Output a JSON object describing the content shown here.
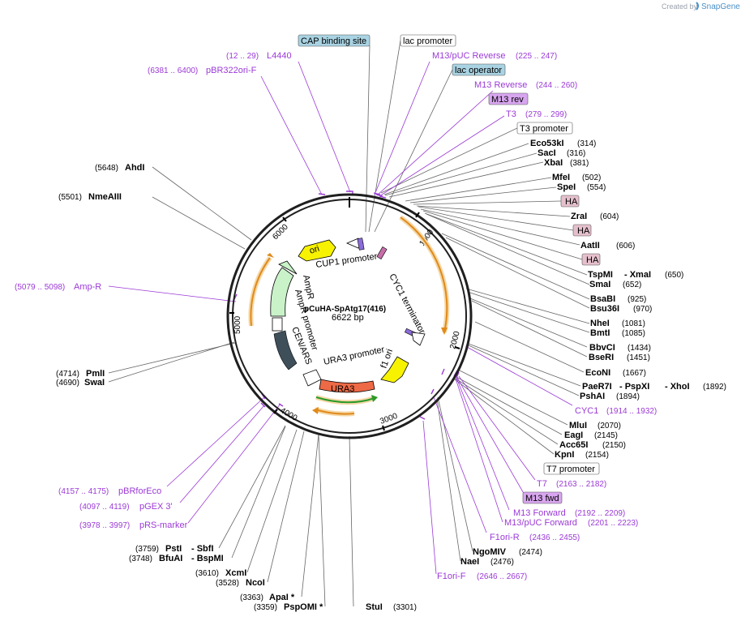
{
  "credit": {
    "prefix": "Created by",
    "brand": "SnapGene"
  },
  "map": {
    "name": "pCuHA-SpAtg17(416)",
    "size": "6622 bp"
  },
  "ticks": [
    "1000",
    "2000",
    "3000",
    "4000",
    "5000",
    "6000"
  ],
  "inner_features": [
    "ori",
    "CUP1 promoter",
    "CYC1 terminator",
    "f1 ori",
    "URA3",
    "URA3 promoter",
    "CEN/ARS",
    "AmpR promoter",
    "AmpR"
  ],
  "boxed_labels": [
    {
      "text": "CAP binding site",
      "style": "blue"
    },
    {
      "text": "lac promoter",
      "style": "white"
    },
    {
      "text": "lac operator",
      "style": "blue"
    },
    {
      "text": "M13 rev",
      "style": "purple"
    },
    {
      "text": "T3 promoter",
      "style": "white"
    },
    {
      "text": "HA",
      "style": "pink"
    },
    {
      "text": "HA",
      "style": "pink"
    },
    {
      "text": "HA",
      "style": "pink"
    },
    {
      "text": "T7 promoter",
      "style": "white"
    },
    {
      "text": "M13 fwd",
      "style": "purple"
    }
  ],
  "primers": [
    {
      "name": "L4440",
      "pos": "(12 .. 29)"
    },
    {
      "name": "pBR322ori-F",
      "pos": "(6381 .. 6400)"
    },
    {
      "name": "M13/pUC Reverse",
      "pos": "(225 .. 247)"
    },
    {
      "name": "M13 Reverse",
      "pos": "(244 .. 260)"
    },
    {
      "name": "T3",
      "pos": "(279 .. 299)"
    },
    {
      "name": "Amp-R",
      "pos": "(5079 .. 5098)"
    },
    {
      "name": "CYC1",
      "pos": "(1914 .. 1932)"
    },
    {
      "name": "T7",
      "pos": "(2163 .. 2182)"
    },
    {
      "name": "M13 Forward",
      "pos": "(2192 .. 2209)"
    },
    {
      "name": "M13/pUC Forward",
      "pos": "(2201 .. 2223)"
    },
    {
      "name": "F1ori-R",
      "pos": "(2436 .. 2455)"
    },
    {
      "name": "F1ori-F",
      "pos": "(2646 .. 2667)"
    },
    {
      "name": "pBRforEco",
      "pos": "(4157 .. 4175)"
    },
    {
      "name": "pGEX 3'",
      "pos": "(4097 .. 4119)"
    },
    {
      "name": "pRS-marker",
      "pos": "(3978 .. 3997)"
    }
  ],
  "sites": [
    {
      "name": "Eco53kI",
      "pos": "(314)"
    },
    {
      "name": "SacI",
      "pos": "(316)"
    },
    {
      "name": "XbaI",
      "pos": "(381)"
    },
    {
      "name": "MfeI",
      "pos": "(502)"
    },
    {
      "name": "SpeI",
      "pos": "(554)"
    },
    {
      "name": "ZraI",
      "pos": "(604)"
    },
    {
      "name": "AatII",
      "pos": "(606)"
    },
    {
      "name": "TspMI",
      "name2": "- XmaI",
      "pos": "(650)"
    },
    {
      "name": "SmaI",
      "pos": "(652)"
    },
    {
      "name": "BsaBI",
      "pos": "(925)"
    },
    {
      "name": "Bsu36I",
      "pos": "(970)"
    },
    {
      "name": "NheI",
      "pos": "(1081)"
    },
    {
      "name": "BmtI",
      "pos": "(1085)"
    },
    {
      "name": "BbvCI",
      "pos": "(1434)"
    },
    {
      "name": "BseRI",
      "pos": "(1451)"
    },
    {
      "name": "EcoNI",
      "pos": "(1667)"
    },
    {
      "name": "PaeR7I",
      "name2": "- PspXI",
      "name3": "- XhoI",
      "pos": "(1892)"
    },
    {
      "name": "PshAI",
      "pos": "(1894)"
    },
    {
      "name": "MluI",
      "pos": "(2070)"
    },
    {
      "name": "EagI",
      "pos": "(2145)"
    },
    {
      "name": "Acc65I",
      "pos": "(2150)"
    },
    {
      "name": "KpnI",
      "pos": "(2154)"
    },
    {
      "name": "NgoMIV",
      "pos": "(2474)"
    },
    {
      "name": "NaeI",
      "pos": "(2476)"
    },
    {
      "name": "StuI",
      "pos": "(3301)"
    },
    {
      "name": "ApaI *",
      "pos": "(3363)"
    },
    {
      "name": "PspOMI *",
      "pos": "(3359)"
    },
    {
      "name": "NcoI",
      "pos": "(3528)"
    },
    {
      "name": "XcmI",
      "pos": "(3610)"
    },
    {
      "name": "PstI",
      "name2": "- SbfI",
      "pos": "(3759)"
    },
    {
      "name": "BfuAI",
      "name2": "- BspMI",
      "pos": "(3748)"
    },
    {
      "name": "PmlI",
      "pos": "(4714)"
    },
    {
      "name": "SwaI",
      "pos": "(4690)"
    },
    {
      "name": "AhdI",
      "pos": "(5648)"
    },
    {
      "name": "NmeAIII",
      "pos": "(5501)"
    }
  ],
  "colors": {
    "blue_box": "#a9d3e3",
    "purple_box": "#d8a6ef",
    "pink_box": "#e5c0cc",
    "primer": "#9b3ad6",
    "ori": "#f7f200",
    "ampr": "#c9f2c9",
    "cen": "#3e4f5a",
    "ura3": "#ee6a46",
    "cyc1": "#f0c890"
  }
}
